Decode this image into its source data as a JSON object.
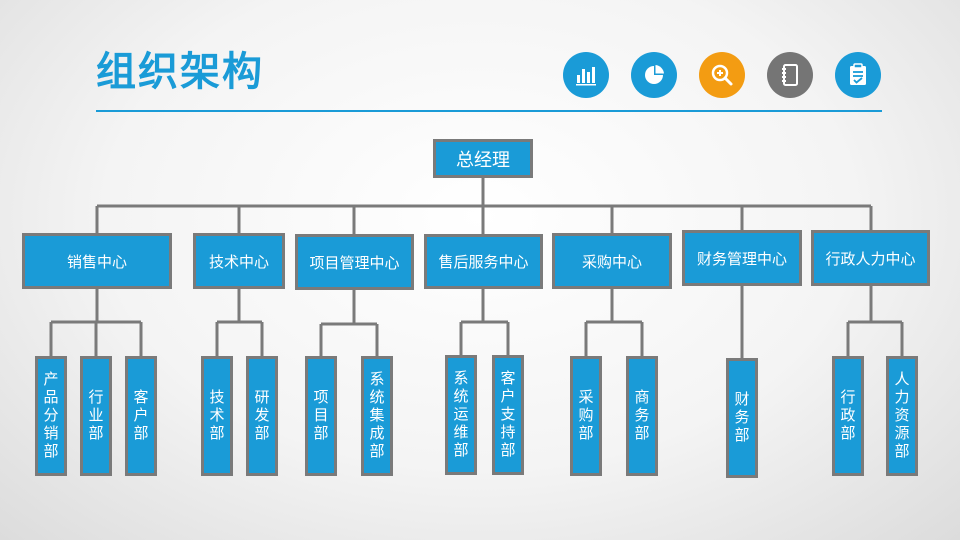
{
  "title": "组织架构",
  "colors": {
    "accent": "#1a9bd7",
    "border": "#7a7a7a",
    "orange": "#f39c12",
    "gray": "#757575"
  },
  "icons": [
    {
      "name": "bar-chart-icon",
      "color": "#1a9bd7"
    },
    {
      "name": "pie-chart-icon",
      "color": "#1a9bd7"
    },
    {
      "name": "zoom-in-icon",
      "color": "#f39c12"
    },
    {
      "name": "notebook-icon",
      "color": "#757575"
    },
    {
      "name": "checklist-icon",
      "color": "#1a9bd7"
    }
  ],
  "org": {
    "root": "总经理",
    "departments": [
      {
        "name": "销售中心",
        "units": [
          "产品分销部",
          "行业部",
          "客户部"
        ]
      },
      {
        "name": "技术中心",
        "units": [
          "技术部",
          "研发部"
        ]
      },
      {
        "name": "项目管理中心",
        "units": [
          "项目部",
          "系统集成部"
        ]
      },
      {
        "name": "售后服务中心",
        "units": [
          "系统运维部",
          "客户支持部"
        ]
      },
      {
        "name": "采购中心",
        "units": [
          "采购部",
          "商务部"
        ]
      },
      {
        "name": "财务管理中心",
        "units": [
          "财务部"
        ]
      },
      {
        "name": "行政人力中心",
        "units": [
          "行政部",
          "人力资源部"
        ]
      }
    ]
  }
}
